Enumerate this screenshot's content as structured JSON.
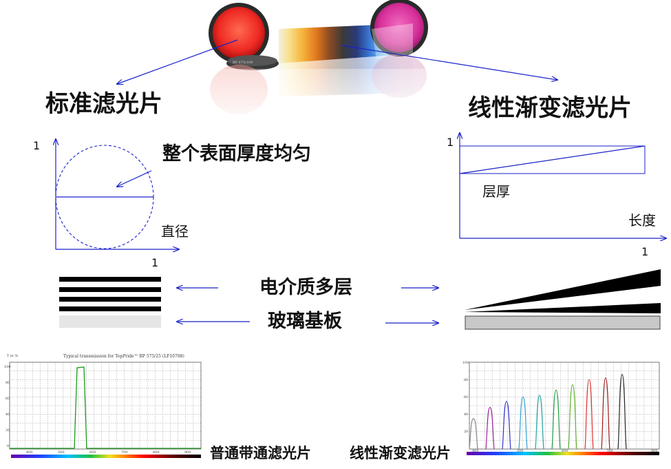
{
  "titles": {
    "standard_filter": "标准滤光片",
    "linear_variable_filter": "线性渐变滤光片"
  },
  "standard_diagram": {
    "axis_one_y": "1",
    "axis_one_x": "1",
    "note": "整个表面厚度均匀",
    "x_label": "直径"
  },
  "linear_diagram": {
    "axis_one_y": "1",
    "axis_one_x": "1",
    "layer_label": "层厚",
    "x_label": "长度"
  },
  "layers": {
    "dielectric_label": "电介质多层",
    "glass_label": "玻璃基板"
  },
  "filter_photo": {
    "ring_text": "BP 675/100"
  },
  "graph_left": {
    "title": "Typical transmission for TopPride™ BP 575/25 (LF10708)",
    "y_unit": "T in %",
    "y_ticks": [
      "100",
      "80",
      "60",
      "40",
      "20",
      "0"
    ],
    "x_ticks": [
      "400",
      "500",
      "600",
      "700",
      "800",
      "900"
    ],
    "caption": "普通带通滤光片"
  },
  "graph_right": {
    "y_ticks": [
      "100",
      "80",
      "60",
      "40",
      "20"
    ],
    "x_ticks": [
      "400",
      "500",
      "600",
      "700",
      "800"
    ],
    "caption": "线性渐变滤光片"
  },
  "colors": {
    "arrow_blue": "#1a22c8",
    "graph_green": "#1a9a1a",
    "red_filter": "#ee2a24",
    "magenta_filter": "#d8309a"
  }
}
